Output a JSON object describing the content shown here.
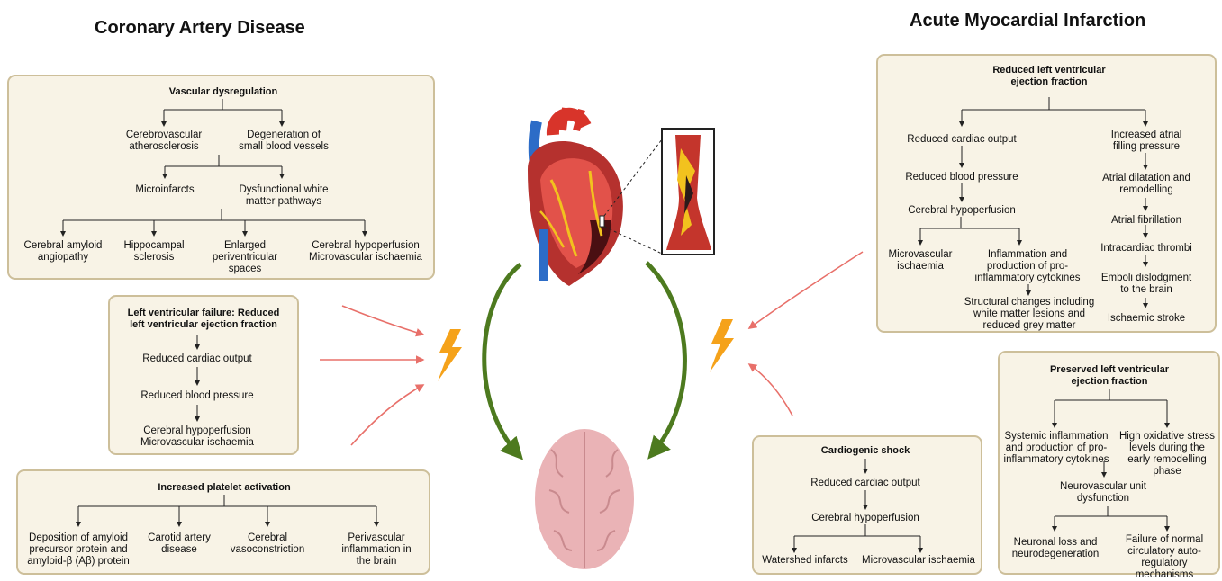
{
  "titles": {
    "cad": "Coronary Artery Disease",
    "ami": "Acute Myocardial Infarction"
  },
  "vascular": {
    "header": "Vascular dysregulation",
    "l1": [
      "Cerebrovascular\natherosclerosis",
      "Degeneration of\nsmall blood vessels"
    ],
    "l2": [
      "Microinfarcts",
      "Dysfunctional white\nmatter pathways"
    ],
    "l3": [
      "Cerebral amyloid\nangiopathy",
      "Hippocampal\nsclerosis",
      "Enlarged\nperiventricular\nspaces",
      "Cerebral hypoperfusion\nMicrovascular ischaemia"
    ]
  },
  "lvf": {
    "header": "Left ventricular failure: Reduced\nleft ventricular ejection fraction",
    "steps": [
      "Reduced cardiac output",
      "Reduced blood pressure",
      "Cerebral hypoperfusion\nMicrovascular ischaemia"
    ]
  },
  "platelet": {
    "header": "Increased platelet activation",
    "items": [
      "Deposition of amyloid\nprecursor protein and\namyloid-β (Aβ) protein",
      "Carotid artery\ndisease",
      "Cerebral\nvasoconstriction",
      "Perivascular\ninflammation in\nthe brain"
    ]
  },
  "rlvef": {
    "header": "Reduced left ventricular\nejection fraction",
    "left": [
      "Reduced cardiac output",
      "Reduced blood pressure",
      "Cerebral hypoperfusion"
    ],
    "left_split": [
      "Microvascular\nischaemia",
      "Inflammation and\nproduction of pro-\ninflammatory cytokines"
    ],
    "structural": "Structural changes including\nwhite matter lesions and\nreduced grey matter",
    "right": [
      "Increased atrial\nfilling pressure",
      "Atrial dilatation and\nremodelling",
      "Atrial fibrillation",
      "Intracardiac thrombi",
      "Emboli dislodgment\nto the brain",
      "Ischaemic stroke"
    ]
  },
  "plvef": {
    "header": "Preserved left ventricular\nejection fraction",
    "top": [
      "Systemic inflammation\nand production of pro-\ninflammatory cytokines",
      "High oxidative stress\nlevels during the\nearly remodelling\nphase"
    ],
    "mid": "Neurovascular unit\ndysfunction",
    "bottom": [
      "Neuronal loss and\nneurodegeneration",
      "Failure of normal\ncirculatory auto-\nregulatory mechanisms"
    ]
  },
  "shock": {
    "header": "Cardiogenic shock",
    "steps": [
      "Reduced cardiac output",
      "Cerebral hypoperfusion"
    ],
    "bottom": [
      "Watershed infarcts",
      "Microvascular ischaemia"
    ]
  },
  "colors": {
    "box_fill": "#f8f3e6",
    "box_border": "#cdbf9a",
    "curved_arrow": "#4d7a1f",
    "red_arrow": "#e8706a",
    "bolt": "#f5a21a"
  }
}
